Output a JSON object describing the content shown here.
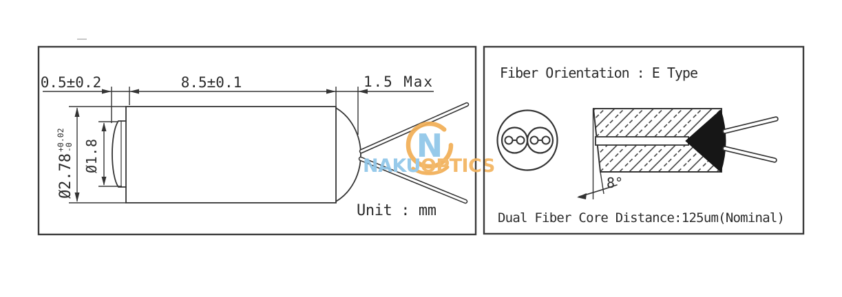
{
  "page": {
    "background": "#ffffff"
  },
  "colors": {
    "line": "#333333",
    "panel_border": "#3a3a3a",
    "cone_fill": "#161616",
    "watermark_orange": "#F1AE55",
    "watermark_blue": "#8FC6E9"
  },
  "left_panel": {
    "dim_lens_length": "0.5±0.2",
    "dim_body_length": "8.5±0.1",
    "dim_dome_length": "1.5 Max",
    "dia_body": "Ø2.78",
    "dia_body_tol_upper": "+0.02",
    "dia_body_tol_lower": "-0",
    "dia_lens": "Ø1.8",
    "unit_note": "Unit : mm"
  },
  "right_panel": {
    "title": "Fiber Orientation : E Type",
    "angle_label": "8°",
    "note": "Dual Fiber Core Distance:125um(Nominal)"
  },
  "watermark": {
    "logo_letter": "N",
    "brand_blue": "NAKU",
    "brand_orange": "OPTICS"
  }
}
